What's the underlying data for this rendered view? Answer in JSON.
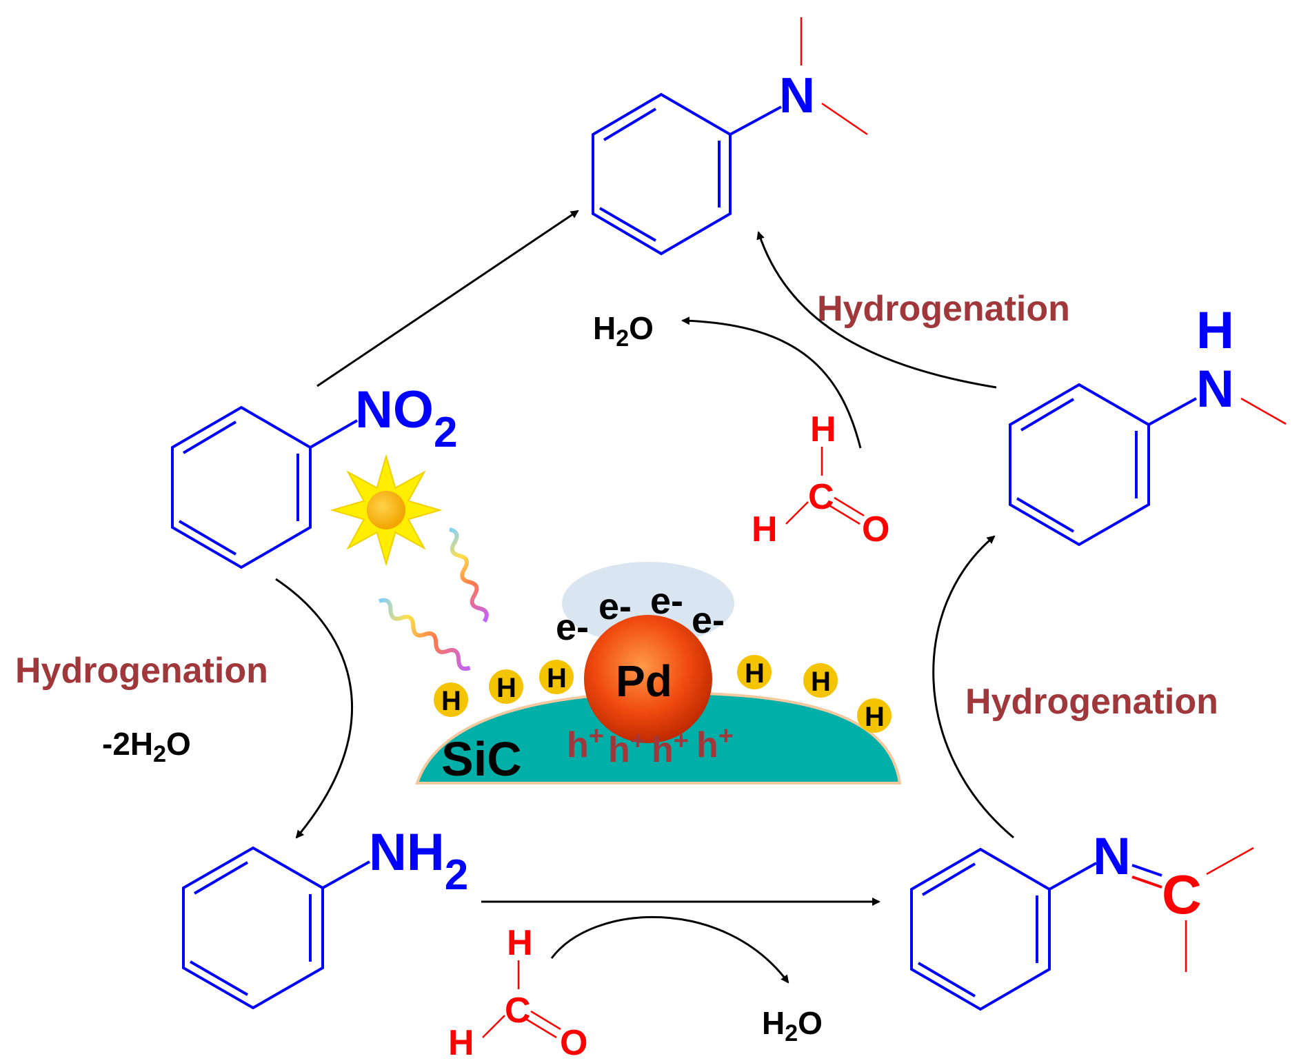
{
  "labels": {
    "hydrogenation_left": "Hydrogenation",
    "hydrogenation_right": "Hydrogenation",
    "hydrogenation_top": "Hydrogenation",
    "minus_water_prefix": "-2H",
    "water_sub": "2",
    "water_O": "O",
    "h2o_H": "H",
    "h2o_O": "O",
    "nitro_N": "NO",
    "nitro_sub": "2",
    "amine_N": "NH",
    "amine_sub": "2",
    "dimethyl_N": "N",
    "methyl_N": "N",
    "methyl_H": "H",
    "imine_N": "N",
    "imine_C": "C",
    "formaldehyde_H": "H",
    "formaldehyde_C": "C",
    "formaldehyde_O": "O",
    "catalyst_support": "SiC",
    "metal": "Pd",
    "electron": "e-",
    "hole": "h",
    "hole_charge": "+",
    "adsorbed_H": "H"
  },
  "colors": {
    "molecule": "#0000ff",
    "formaldehyde": "#ff0000",
    "label": "#a0373a",
    "sic": "#00b0a8",
    "sun": "#ffee00"
  }
}
